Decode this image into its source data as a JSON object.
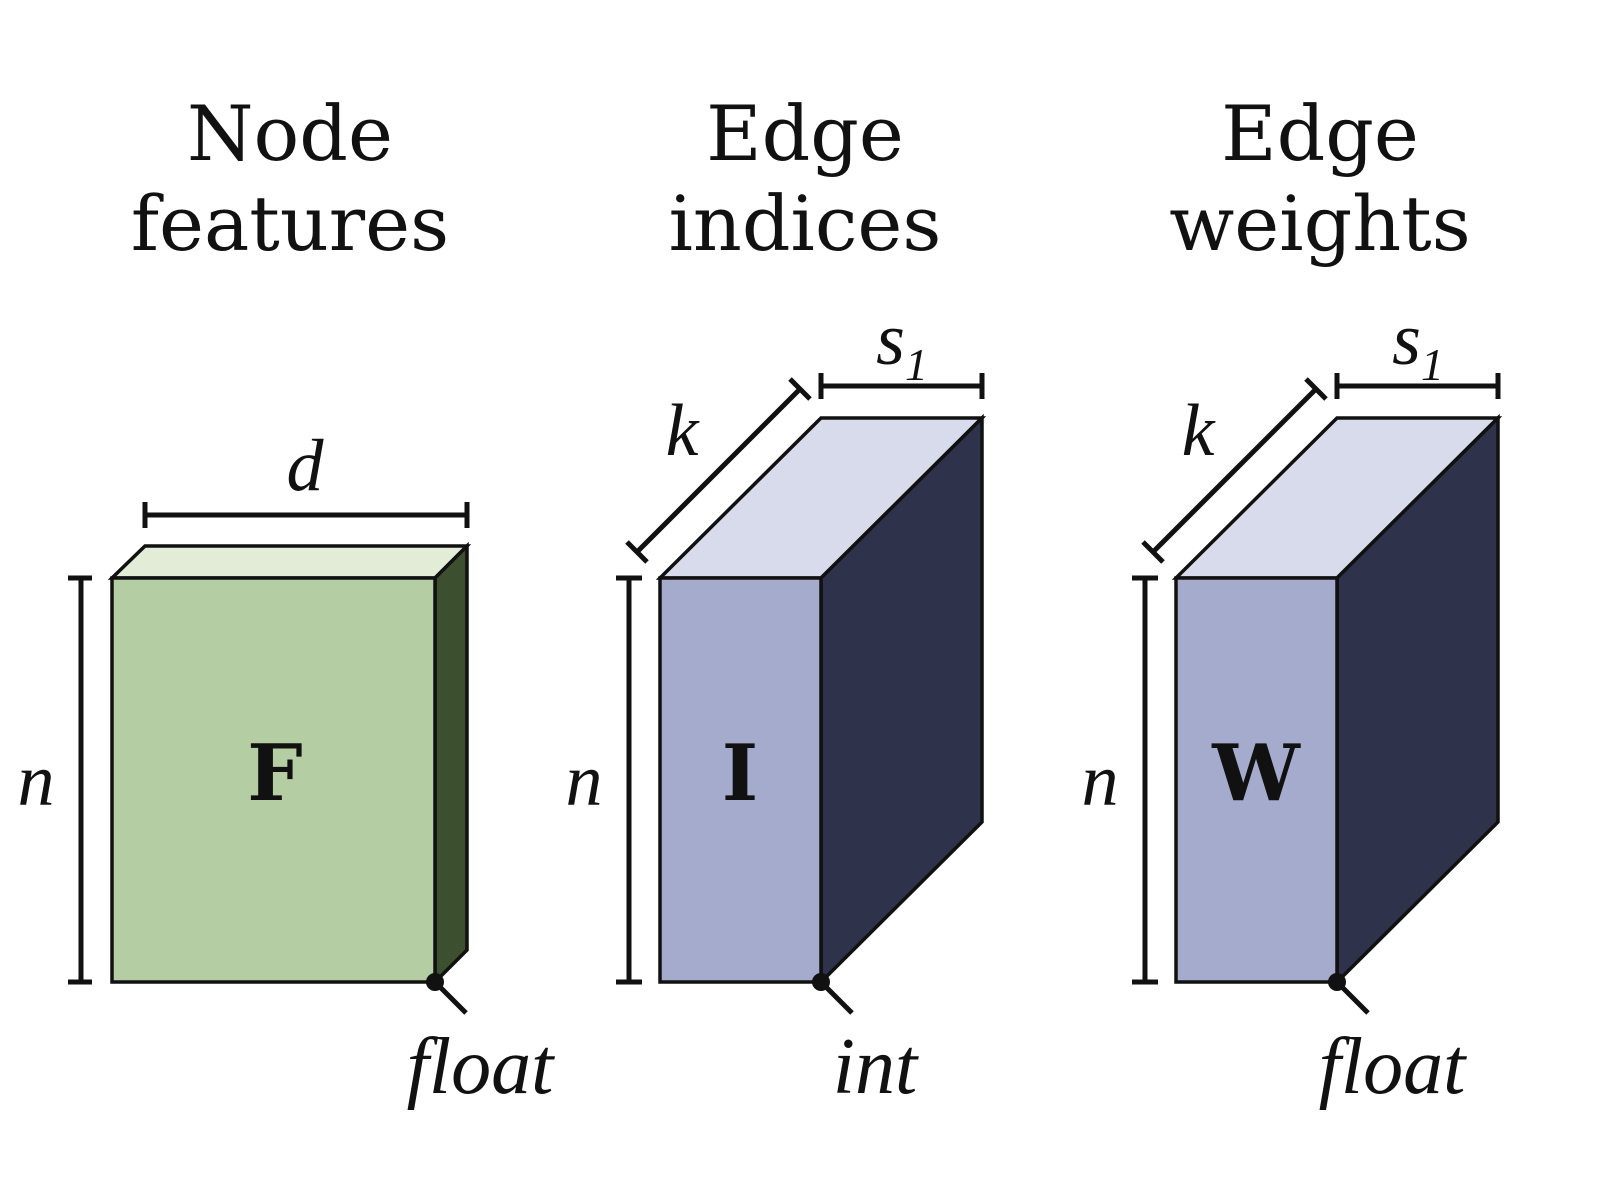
{
  "panels": [
    {
      "id": "node-features",
      "title_line1": "Node",
      "title_line2": "features",
      "matrix_label": "F",
      "dims": {
        "rows": "n",
        "width": "d"
      },
      "dtype": "float",
      "colors": {
        "front": "#b5cda2",
        "top": "#e2ecd6",
        "side": "#3c4f2e"
      }
    },
    {
      "id": "edge-indices",
      "title_line1": "Edge",
      "title_line2": "indices",
      "matrix_label": "I",
      "dims": {
        "rows": "n",
        "depth": "k",
        "width_base": "s",
        "width_sub": "1"
      },
      "dtype": "int",
      "colors": {
        "front": "#a4abcc",
        "top": "#d8dbeb",
        "side": "#2e334b"
      }
    },
    {
      "id": "edge-weights",
      "title_line1": "Edge",
      "title_line2": "weights",
      "matrix_label": "W",
      "dims": {
        "rows": "n",
        "depth": "k",
        "width_base": "s",
        "width_sub": "1"
      },
      "dtype": "float",
      "colors": {
        "front": "#a4abcc",
        "top": "#d8dbeb",
        "side": "#2e334b"
      }
    }
  ]
}
